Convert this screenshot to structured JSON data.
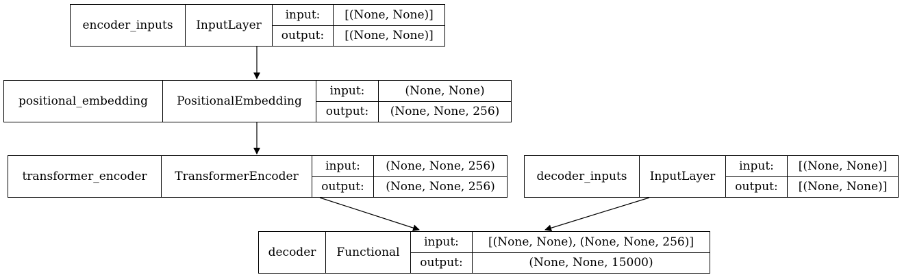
{
  "nodes": {
    "encoder_inputs": {
      "name": "encoder_inputs",
      "type": "InputLayer",
      "input_label": "input:",
      "input_value": "[(None, None)]",
      "output_label": "output:",
      "output_value": "[(None, None)]"
    },
    "positional_embedding": {
      "name": "positional_embedding",
      "type": "PositionalEmbedding",
      "input_label": "input:",
      "input_value": "(None, None)",
      "output_label": "output:",
      "output_value": "(None, None, 256)"
    },
    "transformer_encoder": {
      "name": "transformer_encoder",
      "type": "TransformerEncoder",
      "input_label": "input:",
      "input_value": "(None, None, 256)",
      "output_label": "output:",
      "output_value": "(None, None, 256)"
    },
    "decoder_inputs": {
      "name": "decoder_inputs",
      "type": "InputLayer",
      "input_label": "input:",
      "input_value": "[(None, None)]",
      "output_label": "output:",
      "output_value": "[(None, None)]"
    },
    "decoder": {
      "name": "decoder",
      "type": "Functional",
      "input_label": "input:",
      "input_value": "[(None, None), (None, None, 256)]",
      "output_label": "output:",
      "output_value": "(None, None, 15000)"
    }
  },
  "edges": [
    {
      "from": "encoder_inputs",
      "to": "positional_embedding"
    },
    {
      "from": "positional_embedding",
      "to": "transformer_encoder"
    },
    {
      "from": "transformer_encoder",
      "to": "decoder"
    },
    {
      "from": "decoder_inputs",
      "to": "decoder"
    }
  ]
}
